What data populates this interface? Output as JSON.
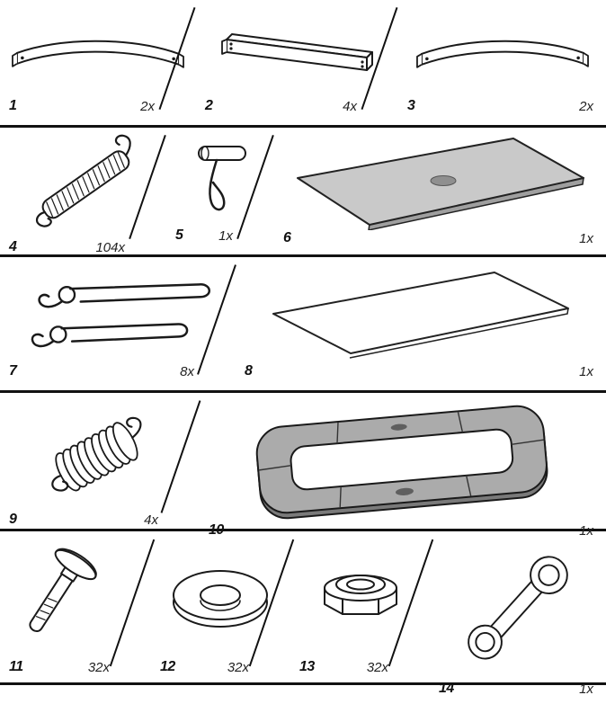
{
  "colors": {
    "line": "#111111",
    "mat_gray": "#c9c9c9",
    "pad_gray": "#ababab"
  },
  "parts": [
    {
      "num": "1",
      "qty": "2x",
      "icon": "curved-rail-left-icon"
    },
    {
      "num": "2",
      "qty": "4x",
      "icon": "straight-rail-icon"
    },
    {
      "num": "3",
      "qty": "2x",
      "icon": "curved-rail-right-icon"
    },
    {
      "num": "4",
      "qty": "104x",
      "icon": "long-spring-icon"
    },
    {
      "num": "5",
      "qty": "1x",
      "icon": "spring-pull-tool-icon"
    },
    {
      "num": "6",
      "qty": "1x",
      "icon": "jumping-mat-icon"
    },
    {
      "num": "7",
      "qty": "8x",
      "icon": "wire-clip-icon"
    },
    {
      "num": "8",
      "qty": "1x",
      "icon": "cover-sheet-icon"
    },
    {
      "num": "9",
      "qty": "4x",
      "icon": "coil-spring-icon"
    },
    {
      "num": "10",
      "qty": "1x",
      "icon": "frame-pad-icon"
    },
    {
      "num": "11",
      "qty": "32x",
      "icon": "carriage-bolt-icon"
    },
    {
      "num": "12",
      "qty": "32x",
      "icon": "washer-icon"
    },
    {
      "num": "13",
      "qty": "32x",
      "icon": "lock-nut-icon"
    },
    {
      "num": "14",
      "qty": "1x",
      "icon": "wrench-icon"
    }
  ]
}
